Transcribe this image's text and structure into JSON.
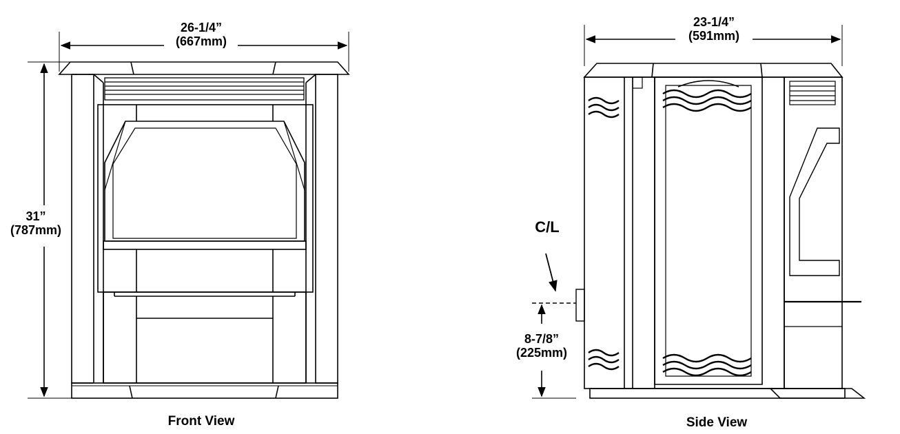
{
  "front_view": {
    "width_imperial": "26-1/4”",
    "width_metric": "(667mm)",
    "height_imperial": "31”",
    "height_metric": "(787mm)",
    "caption": "Front View"
  },
  "side_view": {
    "depth_imperial": "23-1/4”",
    "depth_metric": "(591mm)",
    "centerline_label": "C/L",
    "centerline_height_imperial": "8-7/8”",
    "centerline_height_metric": "(225mm)",
    "caption": "Side View"
  }
}
